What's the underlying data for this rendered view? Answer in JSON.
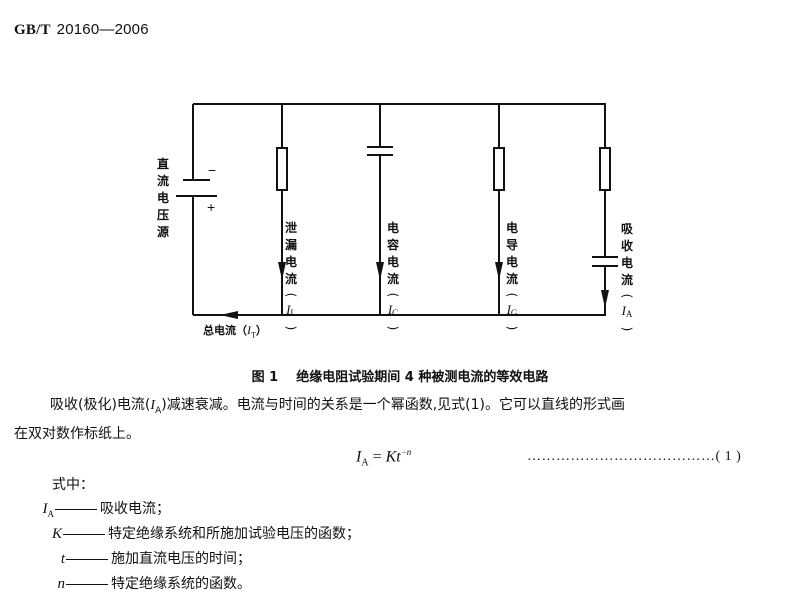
{
  "header": {
    "standard_prefix": "GB/T",
    "standard_number": "20160—2006"
  },
  "figure": {
    "number": "图 1",
    "title": "绝缘电阻试验期间 4 种被测电流的等效电路",
    "source": {
      "label_chars": [
        "直",
        "流",
        "电",
        "压",
        "源"
      ],
      "minus": "−",
      "plus": "+"
    },
    "branches": [
      {
        "name": "leakage",
        "components": [
          "resistor"
        ],
        "label_chars": [
          "泄",
          "漏",
          "电",
          "流"
        ],
        "symbol": "I",
        "subscript": "L"
      },
      {
        "name": "capacitive",
        "components": [
          "capacitor"
        ],
        "label_chars": [
          "电",
          "容",
          "电",
          "流"
        ],
        "symbol": "I",
        "subscript": "C"
      },
      {
        "name": "conductive",
        "components": [
          "resistor"
        ],
        "label_chars": [
          "电",
          "导",
          "电",
          "流"
        ],
        "symbol": "I",
        "subscript": "G"
      },
      {
        "name": "absorption",
        "components": [
          "resistor",
          "capacitor"
        ],
        "label_chars": [
          "吸",
          "收",
          "电",
          "流"
        ],
        "symbol": "I",
        "subscript": "A"
      }
    ],
    "total_current": {
      "label": "总电流（",
      "symbol": "I",
      "subscript": "T",
      "close": "）"
    },
    "paren_open": "(",
    "paren_close": ")"
  },
  "body": {
    "para1_a": "吸收(极化)电流(",
    "para1_sym": "I",
    "para1_sub": "A",
    "para1_b": ")减速衰减。电流与时间的关系是一个幂函数,见式(1)。它可以直线的形式画",
    "para1_line2": "在双对数作标纸上。",
    "formula": {
      "lhs_symbol": "I",
      "lhs_sub": "A",
      "equals": " = ",
      "rhs_K": "K",
      "rhs_t": "t",
      "rhs_exp": "−n",
      "leader": "…………………………………",
      "eq_number": "( 1 )"
    },
    "where_label": "式中：",
    "definitions": [
      {
        "symbol": "I",
        "sub": "A",
        "text": "吸收电流；"
      },
      {
        "symbol": "K",
        "sub": "",
        "text": "特定绝缘系统和所施加试验电压的函数；"
      },
      {
        "symbol": "t",
        "sub": "",
        "text": "施加直流电压的时间；"
      },
      {
        "symbol": "n",
        "sub": "",
        "text": "特定绝缘系统的函数。"
      }
    ]
  }
}
